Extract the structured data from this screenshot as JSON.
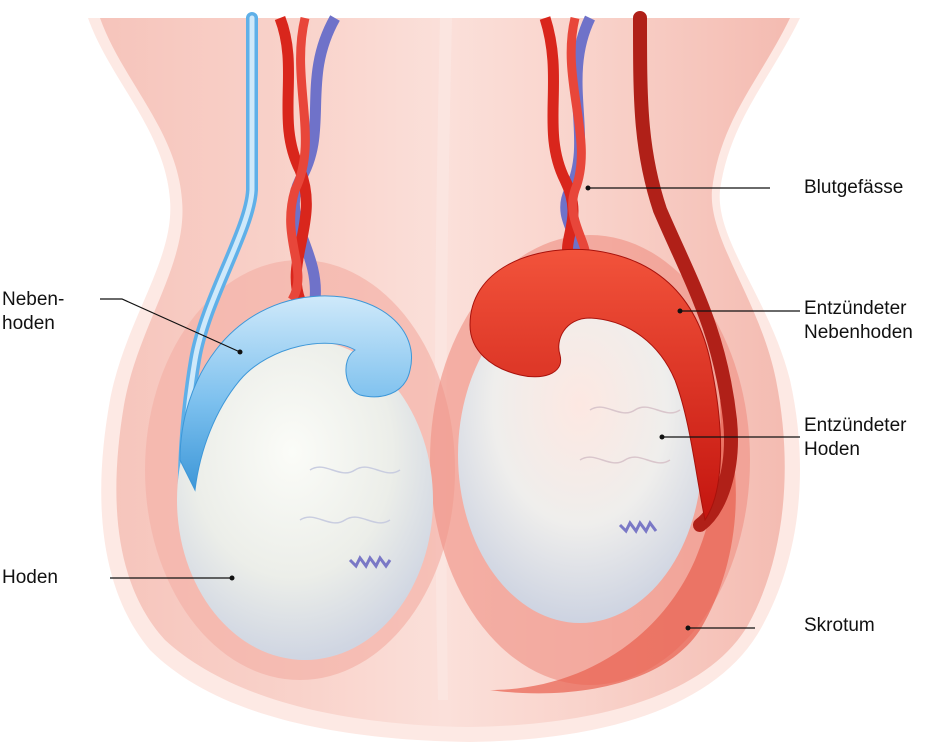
{
  "labels": {
    "nebenhoden": [
      "Neben-",
      "hoden"
    ],
    "hoden": "Hoden",
    "blutgefaesse": "Blutgefässe",
    "entz_nebenhoden": [
      "Entzündeter",
      "Nebenhoden"
    ],
    "entz_hoden": [
      "Entzündeter",
      "Hoden"
    ],
    "skrotum": "Skrotum"
  },
  "colors": {
    "skin_outer": "#fbe3dd",
    "skin_mid": "#f7c9c0",
    "scrotum_inner": "#f3aea3",
    "inflamed_tissue": "#ee8a7d",
    "testis": "#eef0ec",
    "testis_shadow": "#d7dce6",
    "epididymis_healthy": "#8ccaf0",
    "epididymis_inflamed": "#e8321e",
    "vein": "#6f72c9",
    "artery": "#d9261c",
    "leader_line": "#111111"
  }
}
